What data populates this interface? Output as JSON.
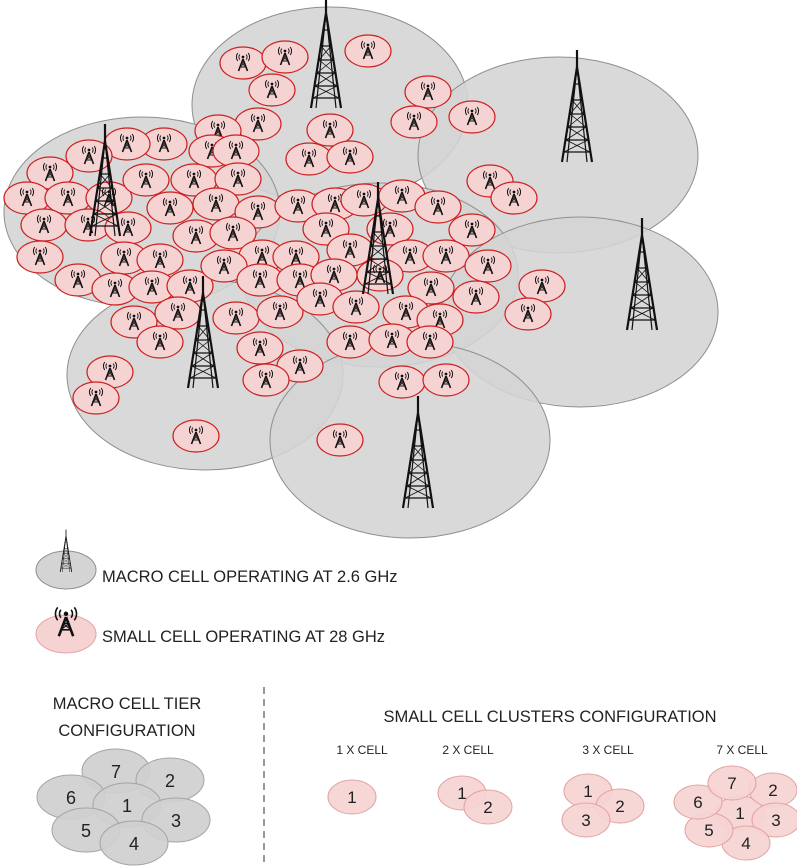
{
  "legend": {
    "macro_label": "MACRO CELL OPERATING AT 2.6 GHz",
    "small_label": "SMALL CELL OPERATING AT 28 GHz"
  },
  "macro_tier": {
    "title_line1": "MACRO CELL TIER",
    "title_line2": "CONFIGURATION",
    "cell_numbers": [
      "1",
      "2",
      "3",
      "4",
      "5",
      "6",
      "7"
    ]
  },
  "small_clusters": {
    "title": "SMALL CELL CLUSTERS CONFIGURATION",
    "cluster_labels": [
      "1 X CELL",
      "2 X CELL",
      "3 X CELL",
      "7 X CELL"
    ],
    "one_cell": [
      "1"
    ],
    "two_cell": [
      "1",
      "2"
    ],
    "three_cell": [
      "1",
      "2",
      "3"
    ],
    "seven_cell": [
      "1",
      "2",
      "3",
      "4",
      "5",
      "6",
      "7"
    ]
  },
  "colors": {
    "macro_fill": "#d4d4d4",
    "macro_stroke": "#8f8f8f",
    "small_fill": "#f6d3d3",
    "small_stroke": "#cc1f1f",
    "tower": "#111111"
  },
  "icons": {
    "macro": "macro-tower-icon",
    "small": "small-cell-antenna-icon"
  }
}
